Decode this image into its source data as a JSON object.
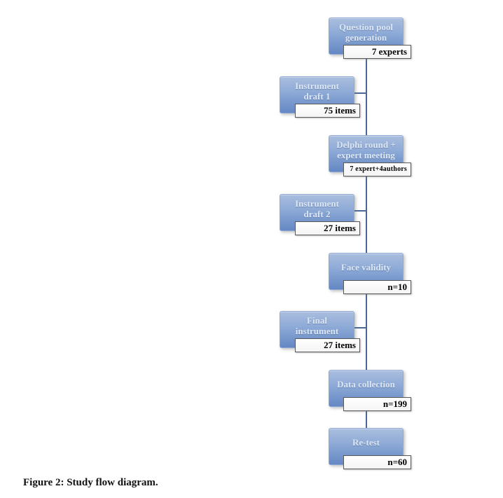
{
  "figure": {
    "caption": "Figure 2: Study flow diagram."
  },
  "flowchart": {
    "type": "flow",
    "nodes": [
      {
        "label": "Question pool\ngeneration",
        "value": "7 experts",
        "side": "right"
      },
      {
        "label": "Instrument\ndraft 1",
        "value": "75 items",
        "side": "left"
      },
      {
        "label": "Delphi round +\nexpert meeting",
        "value": "7 expert+4authors",
        "side": "right"
      },
      {
        "label": "Instrument\ndraft 2",
        "value": "27 items",
        "side": "left"
      },
      {
        "label": "Face validity",
        "value": "n=10",
        "side": "right"
      },
      {
        "label": "Final\ninstrument",
        "value": "27 items",
        "side": "left"
      },
      {
        "label": "Data collection",
        "value": "n=199",
        "side": "right"
      },
      {
        "label": "Re-test",
        "value": "n=60",
        "side": "right"
      }
    ],
    "colors": {
      "box_gradient_top": "#aabede",
      "box_gradient_bottom": "#6488c4",
      "box_border": "#8fa9d4",
      "box_text": "#dde7f3",
      "connector_line": "#4a6894",
      "tag_background": "#ffffff",
      "tag_border": "#595959",
      "tag_text": "#000000"
    }
  }
}
